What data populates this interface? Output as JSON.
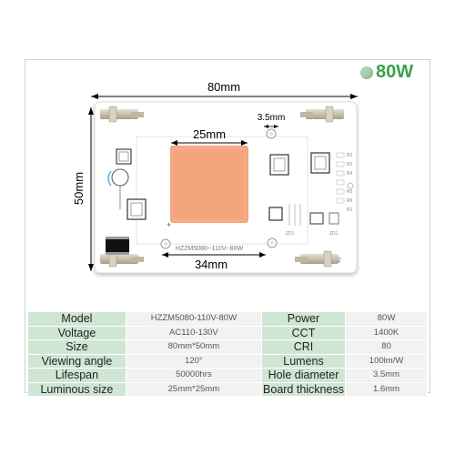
{
  "badge": {
    "label": "80W"
  },
  "board": {
    "dim_width": "80mm",
    "dim_height": "50mm",
    "dim_chip_top": "25mm",
    "dim_chip_bottom": "34mm",
    "dim_hole": "3.5mm",
    "board_text": "HZZM5080--110V--80W",
    "resistor_labels": [
      "R3",
      "R2",
      "R4",
      "R5",
      "R6",
      "R1"
    ],
    "zd_labels": [
      "ZD1",
      "ZD1"
    ],
    "corner_label": "2",
    "plus_sign": "+",
    "colors": {
      "chip": "#f5a57e",
      "board": "#ffffff",
      "pad": "#c4bca8"
    }
  },
  "specs": [
    {
      "left_label": "Model",
      "left_value": "HZZM5080-110V-80W",
      "right_label": "Power",
      "right_value": "80W"
    },
    {
      "left_label": "Voltage",
      "left_value": "AC110-130V",
      "right_label": "CCT",
      "right_value": "1400K"
    },
    {
      "left_label": "Size",
      "left_value": "80mm*50mm",
      "right_label": "CRI",
      "right_value": "80"
    },
    {
      "left_label": "Viewing angle",
      "left_value": "120°",
      "right_label": "Lumens",
      "right_value": "100lm/W"
    },
    {
      "left_label": "Lifespan",
      "left_value": "50000hrs",
      "right_label": "Hole diameter",
      "right_value": "3.5mm"
    },
    {
      "left_label": "Luminous size",
      "left_value": "25mm*25mm",
      "right_label": "Board thickness",
      "right_value": "1.6mm"
    }
  ]
}
